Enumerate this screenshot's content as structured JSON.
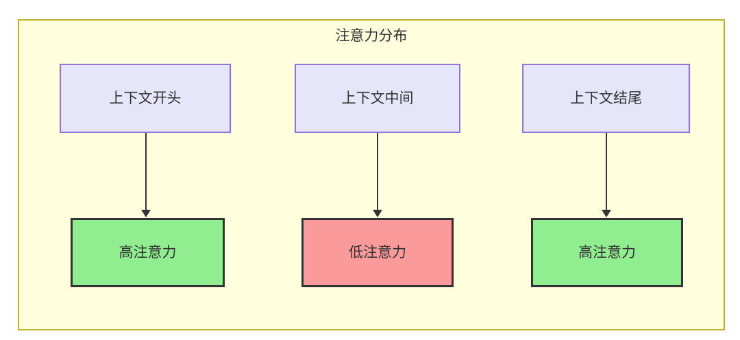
{
  "diagram": {
    "title": "注意力分布",
    "background_color": "#ffffff",
    "cluster": {
      "fill": "#ffffde",
      "border": "#bdb227"
    },
    "nodes": {
      "context": [
        {
          "id": "ctx-start",
          "label": "上下文开头",
          "fill": "#e6e6fa",
          "border": "#9370db"
        },
        {
          "id": "ctx-middle",
          "label": "上下文中间",
          "fill": "#e6e6fa",
          "border": "#9370db"
        },
        {
          "id": "ctx-end",
          "label": "上下文结尾",
          "fill": "#e6e6fa",
          "border": "#9370db"
        }
      ],
      "attention": [
        {
          "id": "att-start",
          "label": "高注意力",
          "fill": "#90ee90",
          "border": "#333333"
        },
        {
          "id": "att-middle",
          "label": "低注意力",
          "fill": "#fb9a9a",
          "border": "#333333"
        },
        {
          "id": "att-end",
          "label": "高注意力",
          "fill": "#90ee90",
          "border": "#333333"
        }
      ]
    },
    "edges": [
      {
        "id": "edge-1",
        "from": "ctx-start",
        "to": "att-start",
        "arrow": "arrow-down-icon"
      },
      {
        "id": "edge-2",
        "from": "ctx-middle",
        "to": "att-middle",
        "arrow": "arrow-down-icon"
      },
      {
        "id": "edge-3",
        "from": "ctx-end",
        "to": "att-end",
        "arrow": "arrow-down-icon"
      }
    ]
  }
}
